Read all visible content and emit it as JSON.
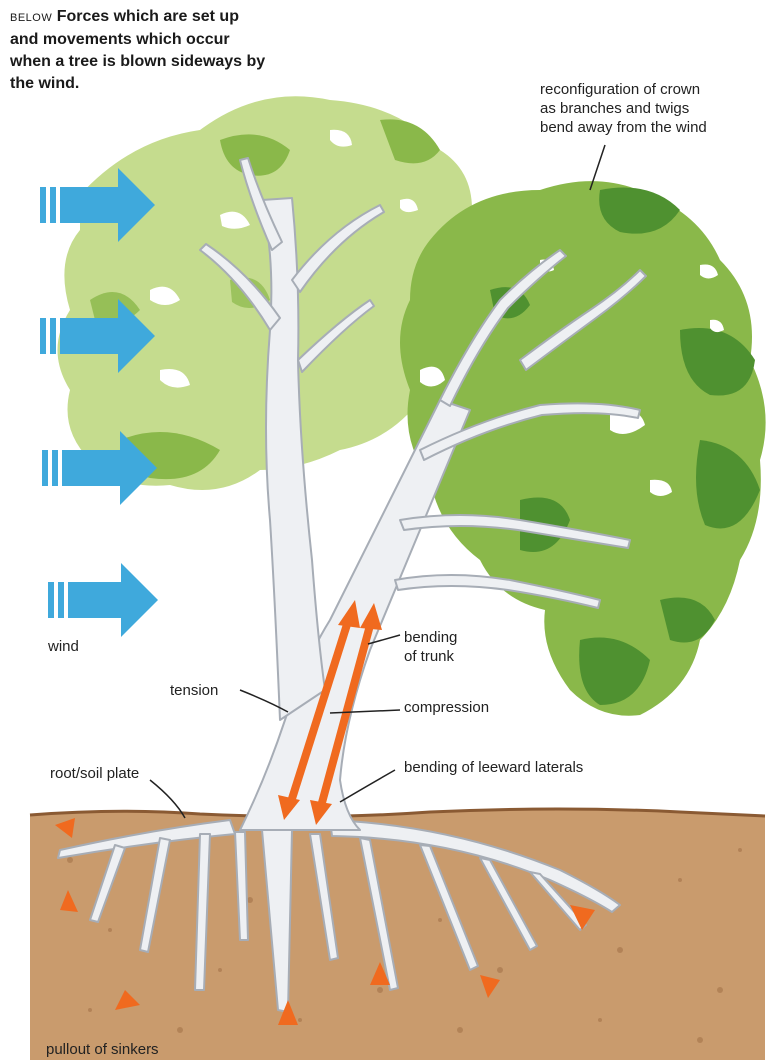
{
  "caption": {
    "lead": "BELOW",
    "text": "Forces which are set up and movements which occur when a tree is blown sideways by the wind."
  },
  "labels": {
    "crown": [
      "reconfiguration of crown",
      "as branches and twigs",
      "bend away from the wind"
    ],
    "wind": "wind",
    "bending_trunk": [
      "bending",
      "of trunk"
    ],
    "tension": "tension",
    "compression": "compression",
    "root_plate": "root/soil plate",
    "leeward": "bending of leeward laterals",
    "sinkers": "pullout of sinkers"
  },
  "colors": {
    "crown_light": "#c5dc8e",
    "crown_mid": "#8ab84a",
    "crown_dark": "#4f9130",
    "wind_arrow": "#3fa9dc",
    "force_arrow": "#f06a1f",
    "soil": "#c89a6e",
    "tree_white": "#eef0f3"
  }
}
